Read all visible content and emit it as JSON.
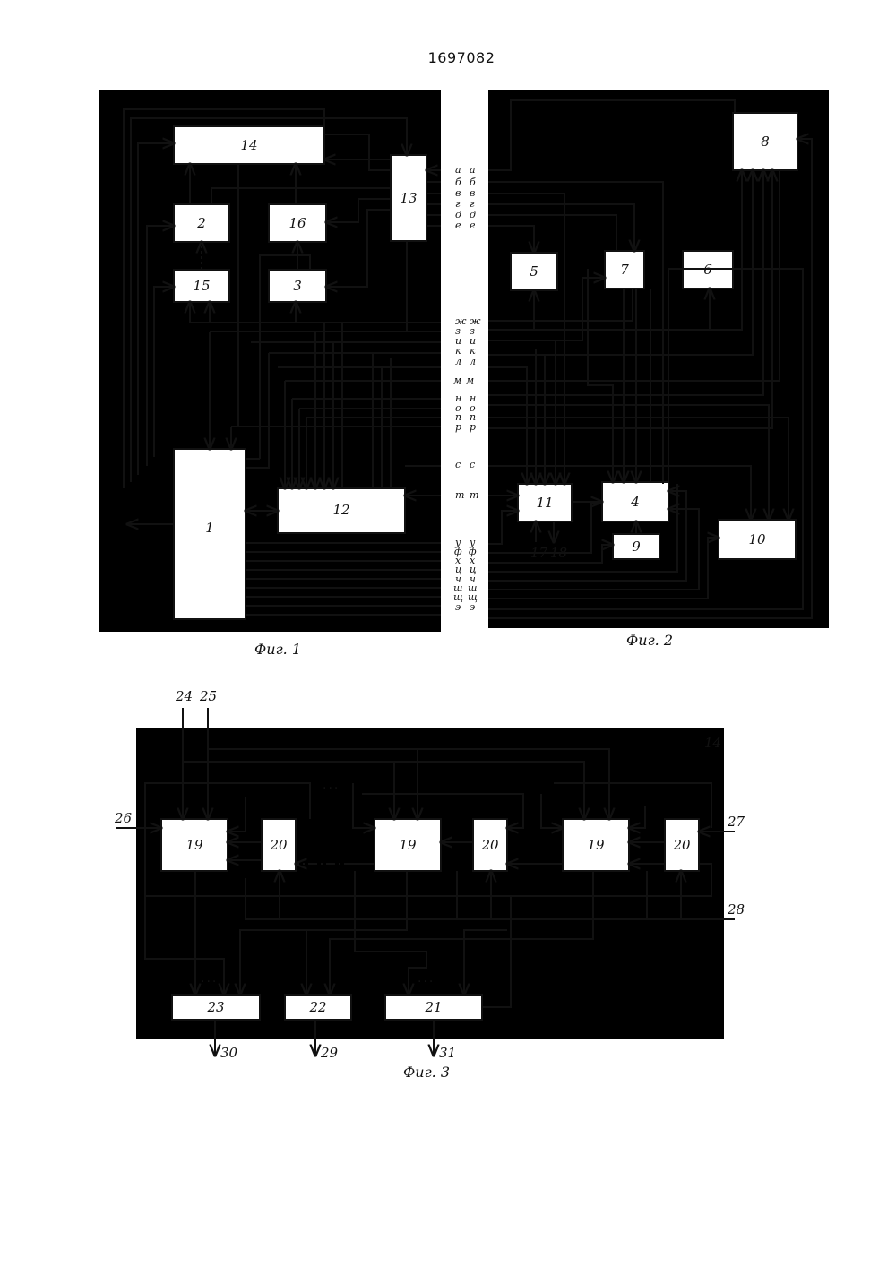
{
  "document": {
    "number": "1697082"
  },
  "captions": {
    "fig1": "Фиг. 1",
    "fig2": "Фиг. 2",
    "fig3": "Фиг. 3"
  },
  "fig1": {
    "blocks": [
      "14",
      "13",
      "2",
      "16",
      "15",
      "3",
      "1",
      "12"
    ]
  },
  "fig2": {
    "blocks": [
      "8",
      "5",
      "7",
      "6",
      "11",
      "4",
      "9",
      "10"
    ],
    "terminals": [
      "17",
      "18"
    ]
  },
  "fig3": {
    "frame_label": "14",
    "blocks": [
      "19",
      "20",
      "19",
      "20",
      "19",
      "20",
      "23",
      "22",
      "21"
    ],
    "terminals": [
      "24",
      "25",
      "26",
      "27",
      "28",
      "29",
      "30",
      "31"
    ],
    "ellipsis": "..."
  },
  "signals": [
    "а",
    "б",
    "в",
    "г",
    "д",
    "е",
    "ж",
    "з",
    "и",
    "к",
    "л",
    "м",
    "н",
    "о",
    "п",
    "р",
    "с",
    "т",
    "у",
    "ф",
    "х",
    "ц",
    "ч",
    "ш",
    "щ",
    "э"
  ]
}
